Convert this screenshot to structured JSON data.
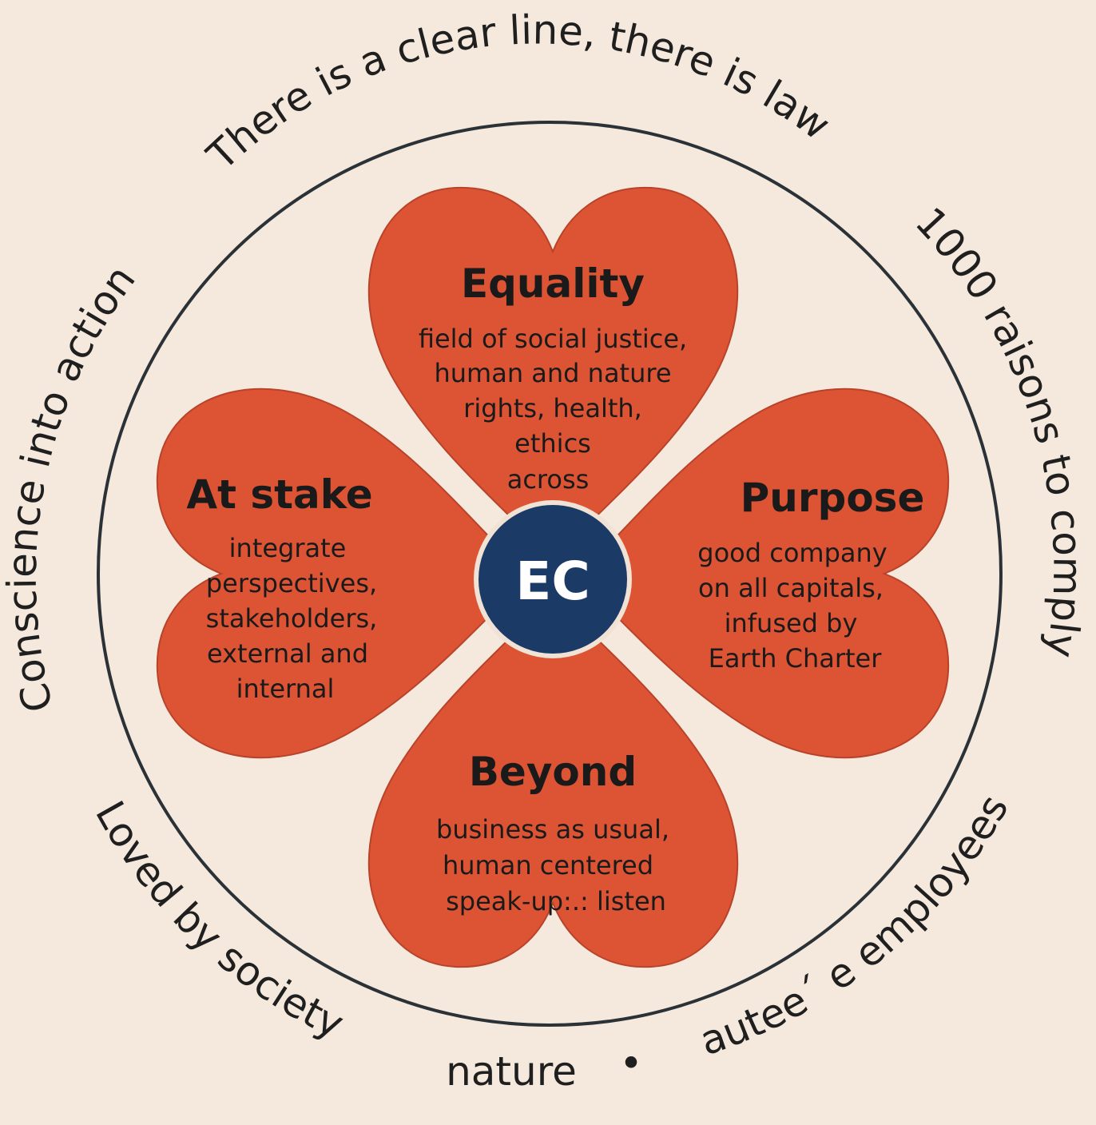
{
  "colors": {
    "background": "#f5e8dc",
    "petal_fill": "#dc5434",
    "petal_stroke": "#b9432a",
    "center_fill": "#1c3a66",
    "center_stroke": "#f0e2d4",
    "ring_stroke": "#2b3237",
    "text_dark": "#1a1a1a",
    "center_text": "#ffffff"
  },
  "ring_text": {
    "top": "There is a clear line, there is law",
    "right": "1000 raisons to comply",
    "left": "Conscience into action",
    "bottom_left": "Loved by society",
    "bottom_right": "autee´ e employees"
  },
  "bottom_words": {
    "nature": "nature",
    "bullet": "•"
  },
  "center": {
    "label": "EC"
  },
  "petals": {
    "top": {
      "title": "Equality",
      "lines": [
        "field of social justice,",
        "human and nature",
        "rights, health,",
        "ethics",
        "across"
      ]
    },
    "left": {
      "title": "At stake",
      "lines": [
        "integrate",
        "perspectives,",
        "stakeholders,",
        "external and",
        "internal"
      ]
    },
    "right": {
      "title": "Purpose",
      "lines": [
        "good company",
        "on all capitals,",
        "infused by",
        "Earth Charter"
      ]
    },
    "bottom": {
      "title": "Beyond",
      "lines": [
        "business as usual,",
        "human centered",
        "speak-up:.: listen"
      ]
    }
  }
}
